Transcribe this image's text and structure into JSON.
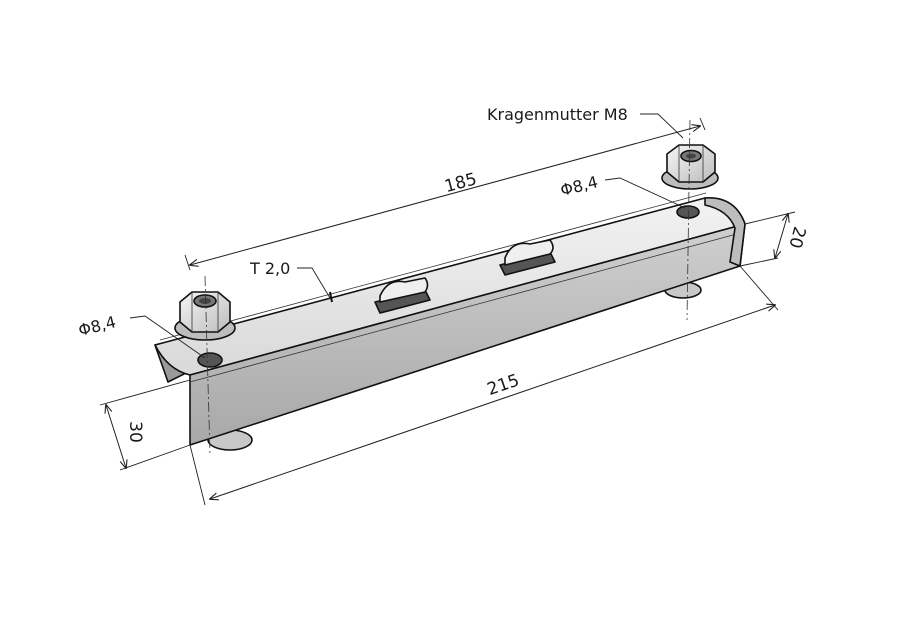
{
  "drawing": {
    "dimensions": {
      "hole_spacing": "185",
      "overall_length": "215",
      "height": "30",
      "width": "20"
    },
    "labels": {
      "nut": "Kragenmutter M8",
      "thickness": "T 2,0",
      "hole_left": "Φ8,4",
      "hole_right": "Φ8,4"
    },
    "colors": {
      "top_face": "#e6e6e6",
      "front_face": "#b9b9b9",
      "nut_face": "#d4d4d4",
      "line": "#111111"
    }
  }
}
